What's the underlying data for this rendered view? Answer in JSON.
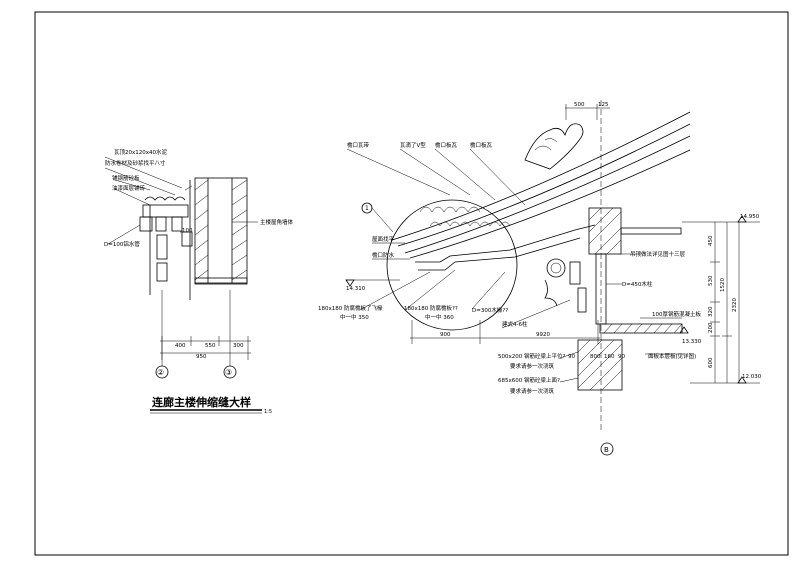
{
  "detail_title": "连廊主楼伸缩缝大样",
  "detail_scale": "1:5",
  "left_detail": {
    "notes": [
      "瓦顶20x120x40水泥",
      "防水卷材及砂浆找平八寸",
      "铺钢筋砼板",
      "油漆面层铺砖",
      "D=100铝水管"
    ],
    "right_note": "主楼屋角墙体",
    "dim_100": "100",
    "dims_bottom": [
      "400",
      "550",
      "300"
    ],
    "dim_total": "950",
    "axis_a": "②",
    "axis_b": "③"
  },
  "right_detail": {
    "top_dims": [
      "500",
      "125"
    ],
    "notes_top": [
      "檐口瓦带",
      "瓦滴了V型",
      "檐口板瓦",
      "檐口板瓦"
    ],
    "notes_left": [
      "屋面找平",
      "檐口防水"
    ],
    "circle_label": "1",
    "elev_left": "14.310",
    "notes_bottom_left": [
      "180x180 防腐檐板了飞椽",
      "中一中 350",
      "180x180 防腐檐板??",
      "中一中 360",
      "D=300木椽??"
    ],
    "notes_mid": [
      "建式4-6柱"
    ],
    "dims_mid": [
      "900",
      "9920"
    ],
    "notes_right": [
      "吊顶做法详见图十三层",
      "D=450木柱",
      "100厚钢筋混凝土板",
      "面板本层板(见详图)"
    ],
    "elev_top": "14.950",
    "elev_mid": "13.330",
    "elev_bottom": "12.030",
    "dims_vertical": [
      "450",
      "530",
      "320",
      "200",
      "600"
    ],
    "dims_vertical_total": [
      "1520",
      "2320"
    ],
    "notes_base": [
      "500x200 钢筋砼梁上平位?",
      "要求请参一次浇筑",
      "685x600 钢筋砼梁上面?",
      "要求请参一次浇筑"
    ],
    "dims_base": [
      "90",
      "800",
      "160",
      "90"
    ],
    "axis_label": "B"
  }
}
